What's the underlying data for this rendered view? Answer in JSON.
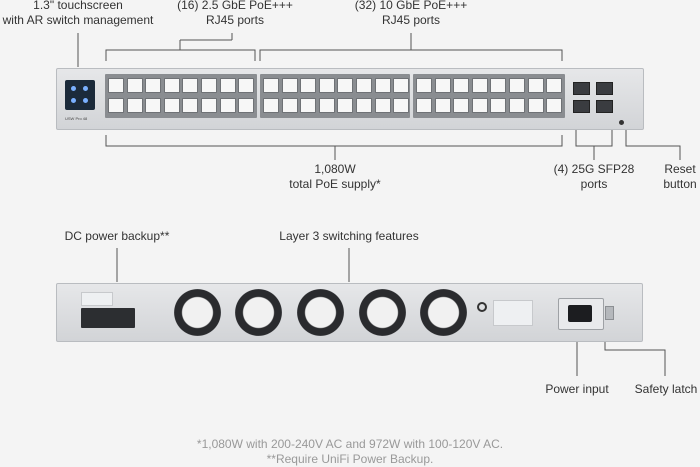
{
  "front_labels": {
    "touchscreen": [
      "1.3\" touchscreen",
      "with AR switch management"
    ],
    "gbe_ports": [
      "(16) 2.5 GbE PoE+++",
      "RJ45 ports"
    ],
    "tengbe_ports": [
      "(32) 10 GbE PoE+++",
      "RJ45 ports"
    ],
    "poe_supply": [
      "1,080W",
      "total PoE supply*"
    ],
    "sfp28_ports": [
      "(4) 25G SFP28",
      "ports"
    ],
    "reset_button": [
      "Reset",
      "button"
    ]
  },
  "rear_labels": {
    "dc_power": "DC power backup**",
    "layer3": "Layer 3 switching features",
    "power_input": "Power input",
    "safety_latch": "Safety latch"
  },
  "footnotes": [
    "*1,080W with 200-240V AC and 972W with 100-120V AC.",
    "**Require UniFi Power Backup."
  ],
  "device_text": {
    "brand": "USW Pro 48"
  },
  "colors": {
    "background": "#f4f4f4",
    "chassis": "#dcdee1",
    "line": "#555555",
    "footnote": "#999999"
  }
}
